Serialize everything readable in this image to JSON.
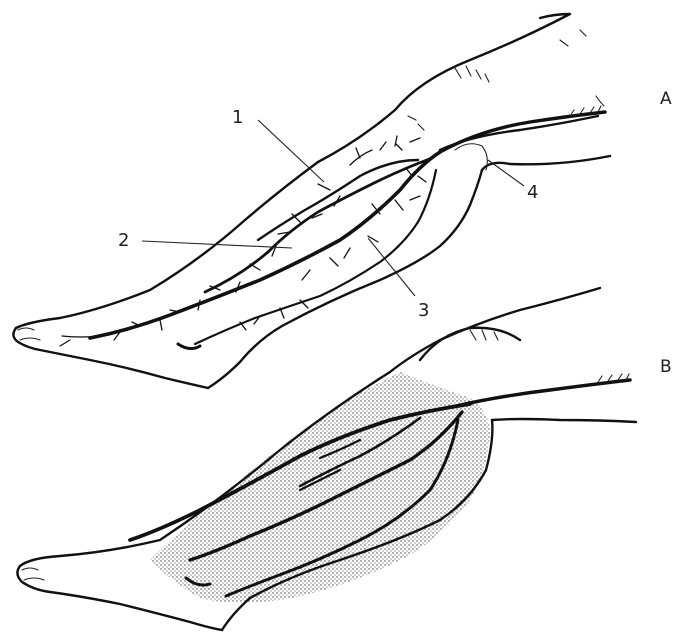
{
  "figure": {
    "panels": [
      {
        "id": "A",
        "label": "A"
      },
      {
        "id": "B",
        "label": "B"
      }
    ],
    "callouts": [
      {
        "number": "1"
      },
      {
        "number": "2"
      },
      {
        "number": "3"
      },
      {
        "number": "4"
      }
    ]
  }
}
